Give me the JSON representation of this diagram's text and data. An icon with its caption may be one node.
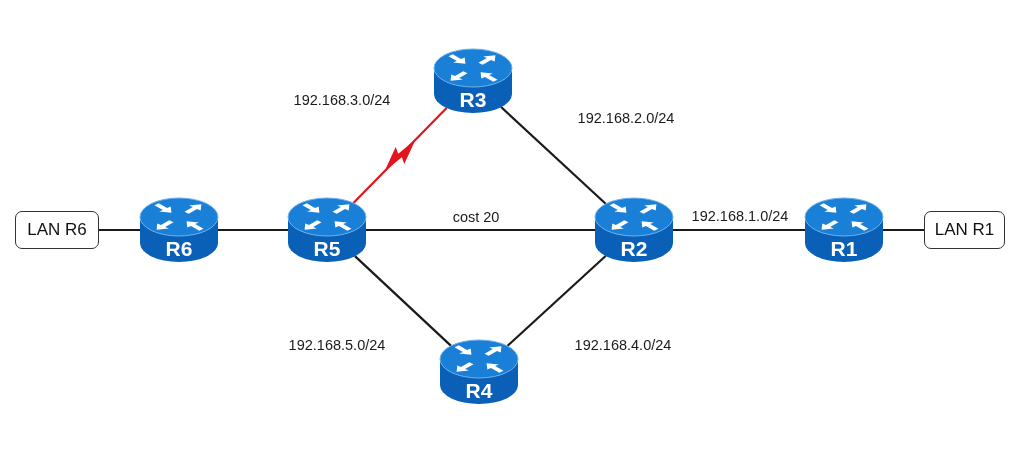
{
  "diagram": {
    "nodes": [
      {
        "text": [
          "R3"
        ]
      },
      {
        "text": [
          "LAN R6"
        ]
      },
      {
        "text": [
          "R6"
        ]
      },
      {
        "text": [
          "R5"
        ]
      },
      {
        "text": [
          "R2"
        ]
      },
      {
        "text": [
          "R1"
        ]
      },
      {
        "text": [
          "LAN R1"
        ]
      },
      {
        "text": [
          "R4"
        ]
      }
    ],
    "edges": [
      {
        "from": 3,
        "to": 0,
        "arrow": "none",
        "label": "192.168.3.0/24",
        "color": "#e3141b"
      },
      {
        "from": 0,
        "to": 4,
        "arrow": "none",
        "label": "192.168.2.0/24"
      },
      {
        "from": 1,
        "to": 2,
        "arrow": "none"
      },
      {
        "from": 2,
        "to": 3,
        "arrow": "none"
      },
      {
        "from": 3,
        "to": 4,
        "arrow": "none",
        "label": "cost 20"
      },
      {
        "from": 4,
        "to": 5,
        "arrow": "none",
        "label": "192.168.1.0/24"
      },
      {
        "from": 5,
        "to": 6,
        "arrow": "none"
      },
      {
        "from": 3,
        "to": 7,
        "arrow": "none",
        "label": "192.168.5.0/24"
      },
      {
        "from": 7,
        "to": 4,
        "arrow": "none",
        "label": "192.168.4.0/24"
      }
    ]
  }
}
